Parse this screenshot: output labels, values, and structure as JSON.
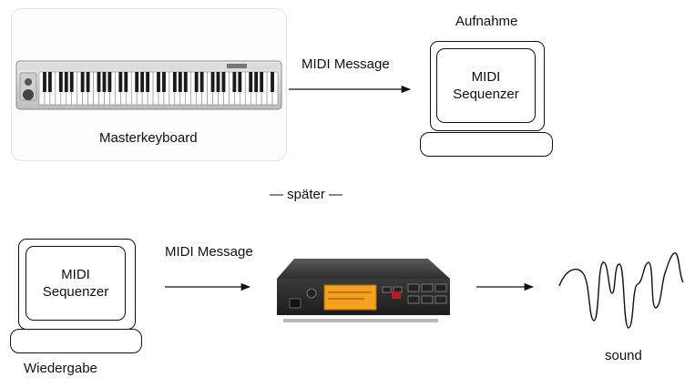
{
  "top": {
    "keyboard_label": "Masterkeyboard",
    "arrow_label": "MIDI Message",
    "recording_title": "Aufnahme",
    "sequencer_line1": "MIDI",
    "sequencer_line2": "Sequenzer"
  },
  "separator": "— später —",
  "bottom": {
    "arrow_label": "MIDI Message",
    "sequencer_line1": "MIDI",
    "sequencer_line2": "Sequenzer",
    "playback_label": "Wiedergabe",
    "sound_label": "sound"
  },
  "icons": {
    "keyboard": "keyboard-icon",
    "computer": "computer-icon",
    "sound_module": "sound-module-icon",
    "waveform": "waveform-icon",
    "arrow": "arrow-right-icon"
  }
}
